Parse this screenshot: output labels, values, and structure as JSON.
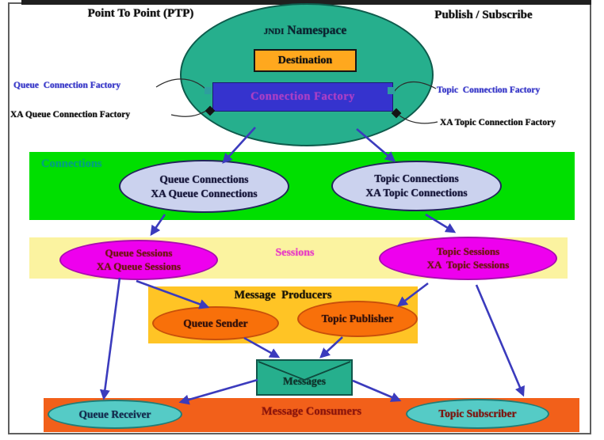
{
  "page": {
    "header": {
      "ptp": "Point To Point (PTP)",
      "pubsub": "Publish / Subscribe"
    },
    "jndi": {
      "acronym": "JNDI",
      "name": "Namespace",
      "destination": "Destination",
      "connection_factory": "Connection Factory"
    },
    "factories": {
      "queue": "Queue  Connection Factory",
      "xa_queue": "XA Queue Connection Factory",
      "topic": "Topic  Connection Factory",
      "xa_topic": "XA Topic Connection Factory"
    },
    "connections": {
      "label": "Connections",
      "queue_line1": "Queue Connections",
      "queue_line2": "XA Queue Connections",
      "topic_line1": "Topic Connections",
      "topic_line2": "XA Topic Connections"
    },
    "sessions": {
      "label": "Sessions",
      "queue_line1": "Queue Sessions",
      "queue_line2": "XA Queue Sessions",
      "topic_line1": "Topic Sessions",
      "topic_line2": "XA  Topic Sessions"
    },
    "producers": {
      "label": "Message  Producers",
      "queue_sender": "Queue Sender",
      "topic_publisher": "Topic Publisher"
    },
    "messages": {
      "label": "Messages",
      "icon": "envelope-flap-icon"
    },
    "consumers": {
      "label": "Message Consumers",
      "queue_receiver": "Queue Receiver",
      "topic_subscriber": "Topic Subscriber"
    },
    "colors": {
      "namespace_fill": "#26AF8D",
      "destination_fill": "#FFA81E",
      "connection_factory_fill": "#3533CE",
      "connection_factory_text": "#A93FC6",
      "connections_band": "#00DF00",
      "connections_node_fill": "#CBD2EE",
      "sessions_band": "#FBF3A0",
      "sessions_node_fill": "#EE00EE",
      "producers_band": "#FFC425",
      "producers_node_fill": "#F8700A",
      "messages_fill": "#26AF8D",
      "consumers_band": "#F2601A",
      "consumers_node_fill": "#55CBC6",
      "arrow": "#3B3BBD",
      "factory_label_blue": "#3939C8"
    },
    "flows": [
      {
        "from": "JNDI Namespace",
        "to": "Queue Connections"
      },
      {
        "from": "JNDI Namespace",
        "to": "Topic Connections"
      },
      {
        "from": "Queue Connections",
        "to": "Queue Sessions"
      },
      {
        "from": "Topic Connections",
        "to": "Topic Sessions"
      },
      {
        "from": "Queue Sessions",
        "to": "Queue Sender"
      },
      {
        "from": "Queue Sessions",
        "to": "Queue Receiver"
      },
      {
        "from": "Topic Sessions",
        "to": "Topic Publisher"
      },
      {
        "from": "Topic Sessions",
        "to": "Topic Subscriber"
      },
      {
        "from": "Queue Sender",
        "to": "Messages"
      },
      {
        "from": "Topic Publisher",
        "to": "Messages"
      },
      {
        "from": "Messages",
        "to": "Queue Receiver"
      },
      {
        "from": "Messages",
        "to": "Topic Subscriber"
      }
    ]
  }
}
